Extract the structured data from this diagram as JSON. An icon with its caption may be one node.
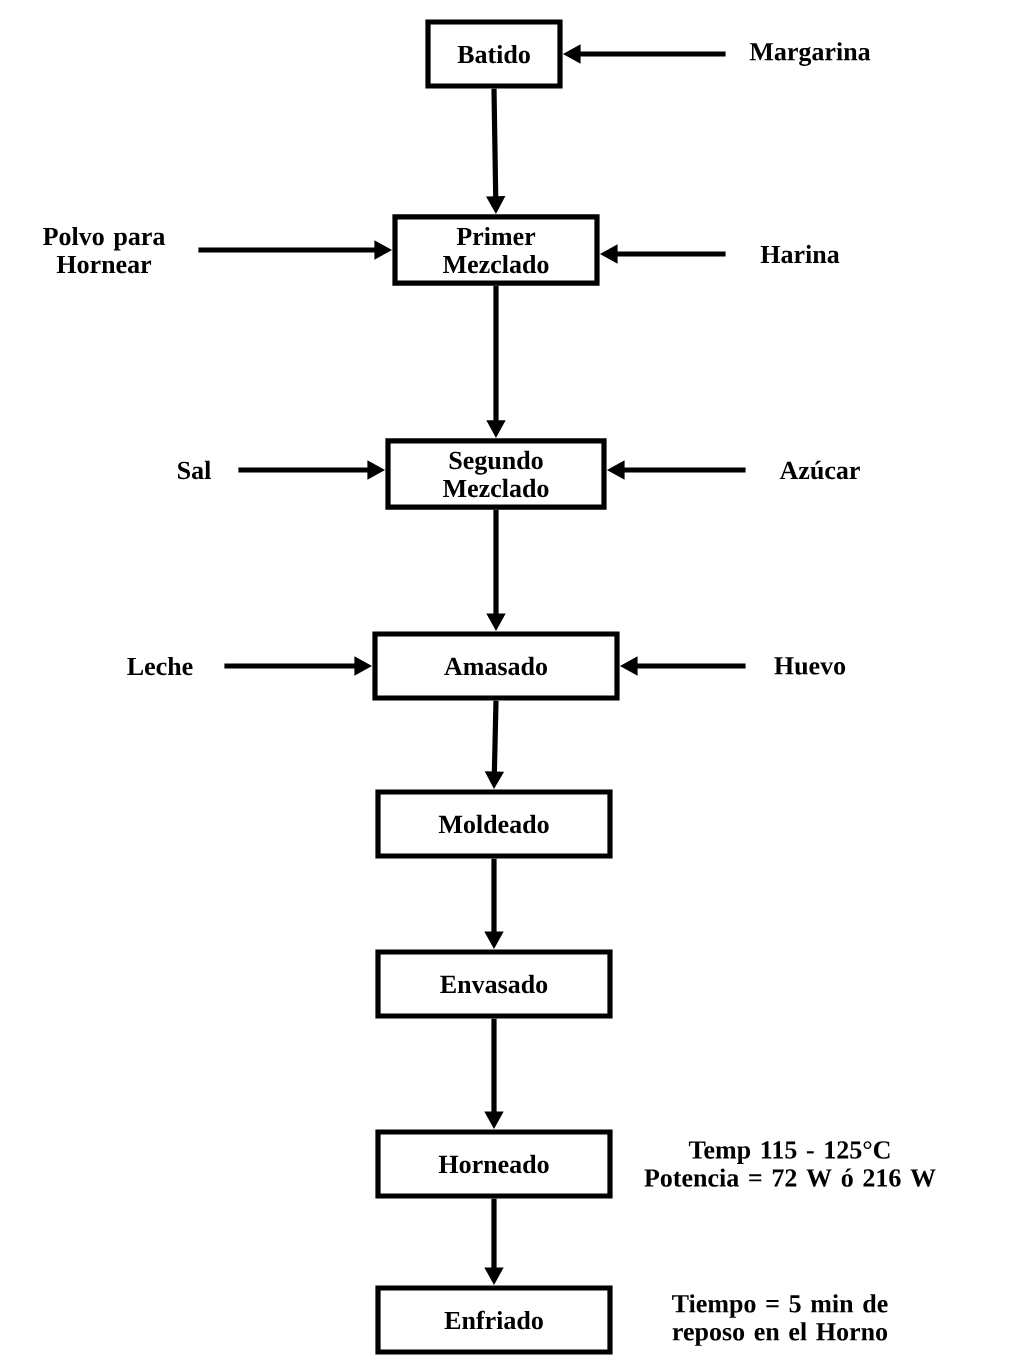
{
  "diagram": {
    "nodes": [
      {
        "text": [
          "Batido"
        ]
      },
      {
        "text": [
          "Margarina"
        ]
      },
      {
        "text": [
          "Polvo para Hornear"
        ]
      },
      {
        "text": [
          "Primer Mezclado"
        ]
      },
      {
        "text": [
          "Harina"
        ]
      },
      {
        "text": [
          "Sal"
        ]
      },
      {
        "text": [
          "Segundo Mezclado"
        ]
      },
      {
        "text": [
          "Azúcar"
        ]
      },
      {
        "text": [
          "Leche"
        ]
      },
      {
        "text": [
          "Amasado"
        ]
      },
      {
        "text": [
          "Huevo"
        ]
      },
      {
        "text": [
          "Moldeado"
        ]
      },
      {
        "text": [
          "Envasado"
        ]
      },
      {
        "text": [
          "Horneado"
        ],
        "beside": [
          "Temp 115 - 125°C Potencia = 72 W ó 216 W"
        ]
      },
      {
        "text": [
          "Enfriado"
        ],
        "beside": [
          "Tiempo = 5 min de reposo en el Horno"
        ]
      }
    ],
    "edges": [
      {
        "from": 1,
        "to": 0,
        "arrow": "to"
      },
      {
        "from": 0,
        "to": 3,
        "arrow": "to"
      },
      {
        "from": 2,
        "to": 3,
        "arrow": "to"
      },
      {
        "from": 4,
        "to": 3,
        "arrow": "to"
      },
      {
        "from": 3,
        "to": 6,
        "arrow": "to"
      },
      {
        "from": 5,
        "to": 6,
        "arrow": "to"
      },
      {
        "from": 7,
        "to": 6,
        "arrow": "to"
      },
      {
        "from": 6,
        "to": 9,
        "arrow": "to"
      },
      {
        "from": 8,
        "to": 9,
        "arrow": "to"
      },
      {
        "from": 10,
        "to": 9,
        "arrow": "to"
      },
      {
        "from": 9,
        "to": 11,
        "arrow": "to"
      },
      {
        "from": 11,
        "to": 12,
        "arrow": "to"
      },
      {
        "from": 12,
        "to": 13,
        "arrow": "to"
      },
      {
        "from": 13,
        "to": 14,
        "arrow": "to"
      }
    ]
  }
}
